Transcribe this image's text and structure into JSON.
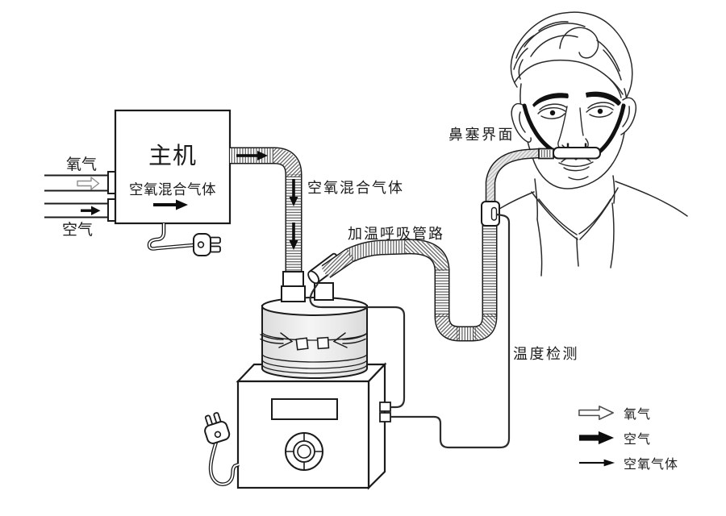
{
  "main_unit": {
    "title": "主机",
    "flow_label": "空氧混合气体"
  },
  "inlets": {
    "oxygen": "氧气",
    "air": "空气"
  },
  "tube_labels": {
    "mixed_gas": "空氧混合气体",
    "heated_circuit": "加温呼吸管路",
    "nasal_interface": "鼻塞界面",
    "temperature": "温度检测"
  },
  "legend": {
    "items": [
      {
        "icon": "hollow-arrow-icon",
        "label": "氧气"
      },
      {
        "icon": "solid-arrow-icon",
        "label": "空气"
      },
      {
        "icon": "thin-arrow-icon",
        "label": "空氧气体"
      }
    ]
  },
  "colors": {
    "line": "#1b1b1b",
    "chamber_fill": "#e7e7e7",
    "background": "#ffffff"
  }
}
